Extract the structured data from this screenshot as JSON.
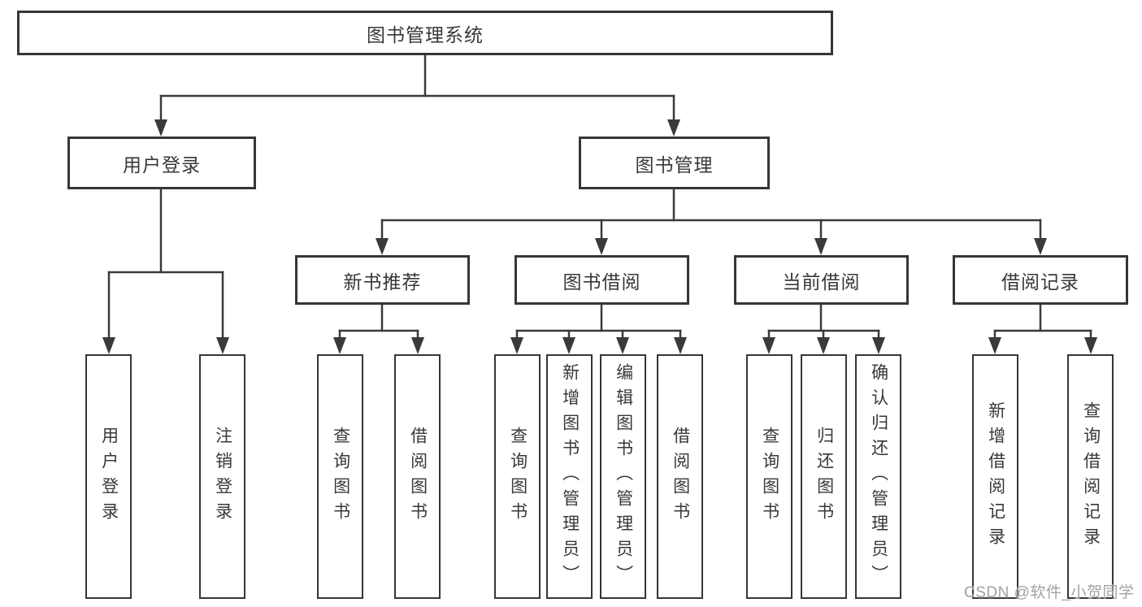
{
  "diagram_type": "hierarchy-tree",
  "tree": {
    "label": "图书管理系统",
    "children": [
      {
        "label": "用户登录",
        "children": [
          {
            "label": "用户登录"
          },
          {
            "label": "注销登录"
          }
        ]
      },
      {
        "label": "图书管理",
        "children": [
          {
            "label": "新书推荐",
            "children": [
              {
                "label": "查询图书"
              },
              {
                "label": "借阅图书"
              }
            ]
          },
          {
            "label": "图书借阅",
            "children": [
              {
                "label": "查询图书"
              },
              {
                "label": "新增图书（管理员）"
              },
              {
                "label": "编辑图书（管理员）"
              },
              {
                "label": "借阅图书"
              }
            ]
          },
          {
            "label": "当前借阅",
            "children": [
              {
                "label": "查询图书"
              },
              {
                "label": "归还图书"
              },
              {
                "label": "确认归还（管理员）"
              }
            ]
          },
          {
            "label": "借阅记录",
            "children": [
              {
                "label": "新增借阅记录"
              },
              {
                "label": "查询借阅记录"
              }
            ]
          }
        ]
      }
    ]
  },
  "watermark": {
    "text": "CSDN @软件_小贺同学"
  },
  "colors": {
    "background": "#ffffff",
    "box_border": "#363636",
    "connector_line": "#3a3a3a",
    "text": "#383838",
    "watermark_text": "#a2a2a2"
  }
}
